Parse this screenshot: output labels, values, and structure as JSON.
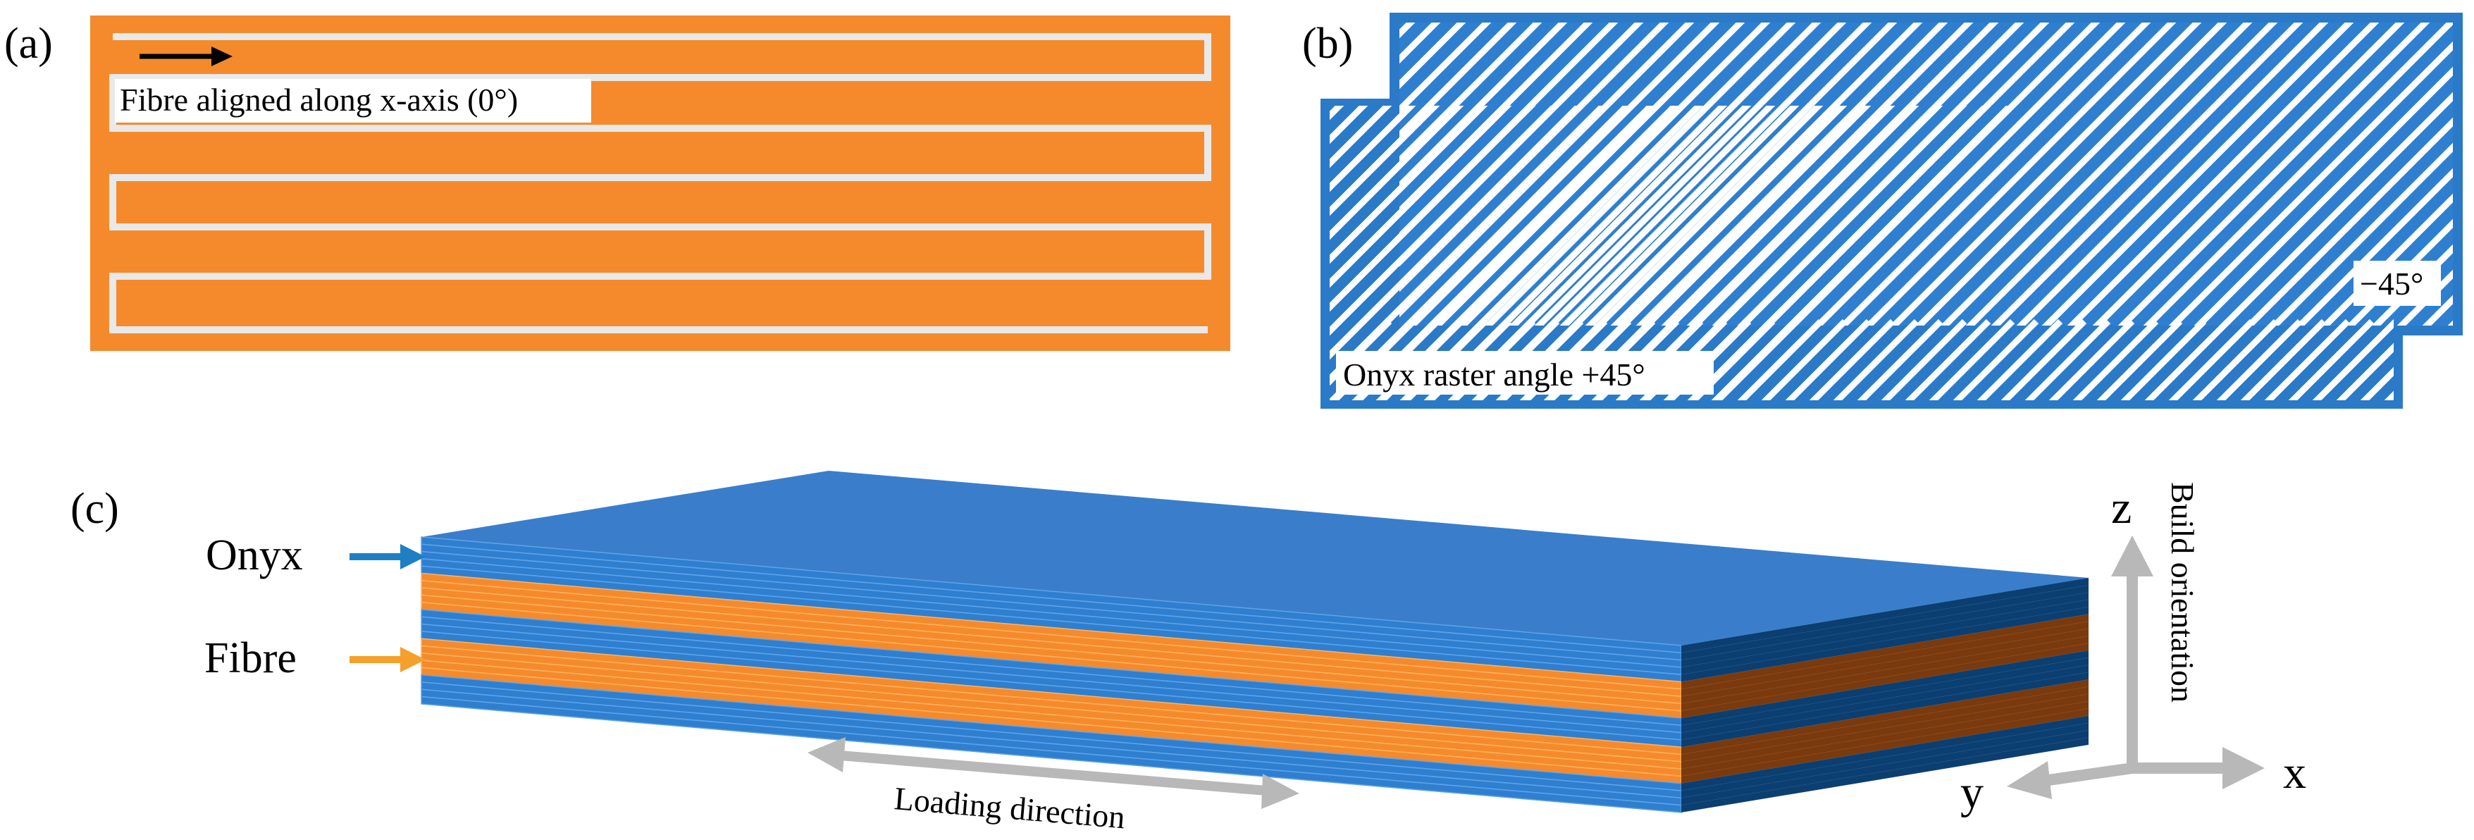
{
  "panels": {
    "a": {
      "label": "(a)",
      "annotation": "Fibre aligned along x-axis (0°)"
    },
    "b": {
      "label": "(b)",
      "top_angle": "−45°",
      "bottom_annotation": "Onyx raster angle +45°"
    },
    "c": {
      "label": "(c)",
      "onyx_label": "Onyx",
      "fibre_label": "Fibre",
      "loading_label": "Loading direction",
      "build_label": "Build orientation",
      "axis_x": "x",
      "axis_y": "y",
      "axis_z": "z"
    }
  },
  "colors": {
    "orange": "#F58A2C",
    "orange_dark": "#7A3A0E",
    "blue": "#2F7FD0",
    "blue_top": "#3A7ECB",
    "blue_dark": "#0B3F72",
    "blue_border": "#2A7AC8",
    "gray_arrow": "#B8B8B8",
    "onyx_arrow": "#1E7FC4",
    "fibre_arrow": "#F5A02A"
  }
}
